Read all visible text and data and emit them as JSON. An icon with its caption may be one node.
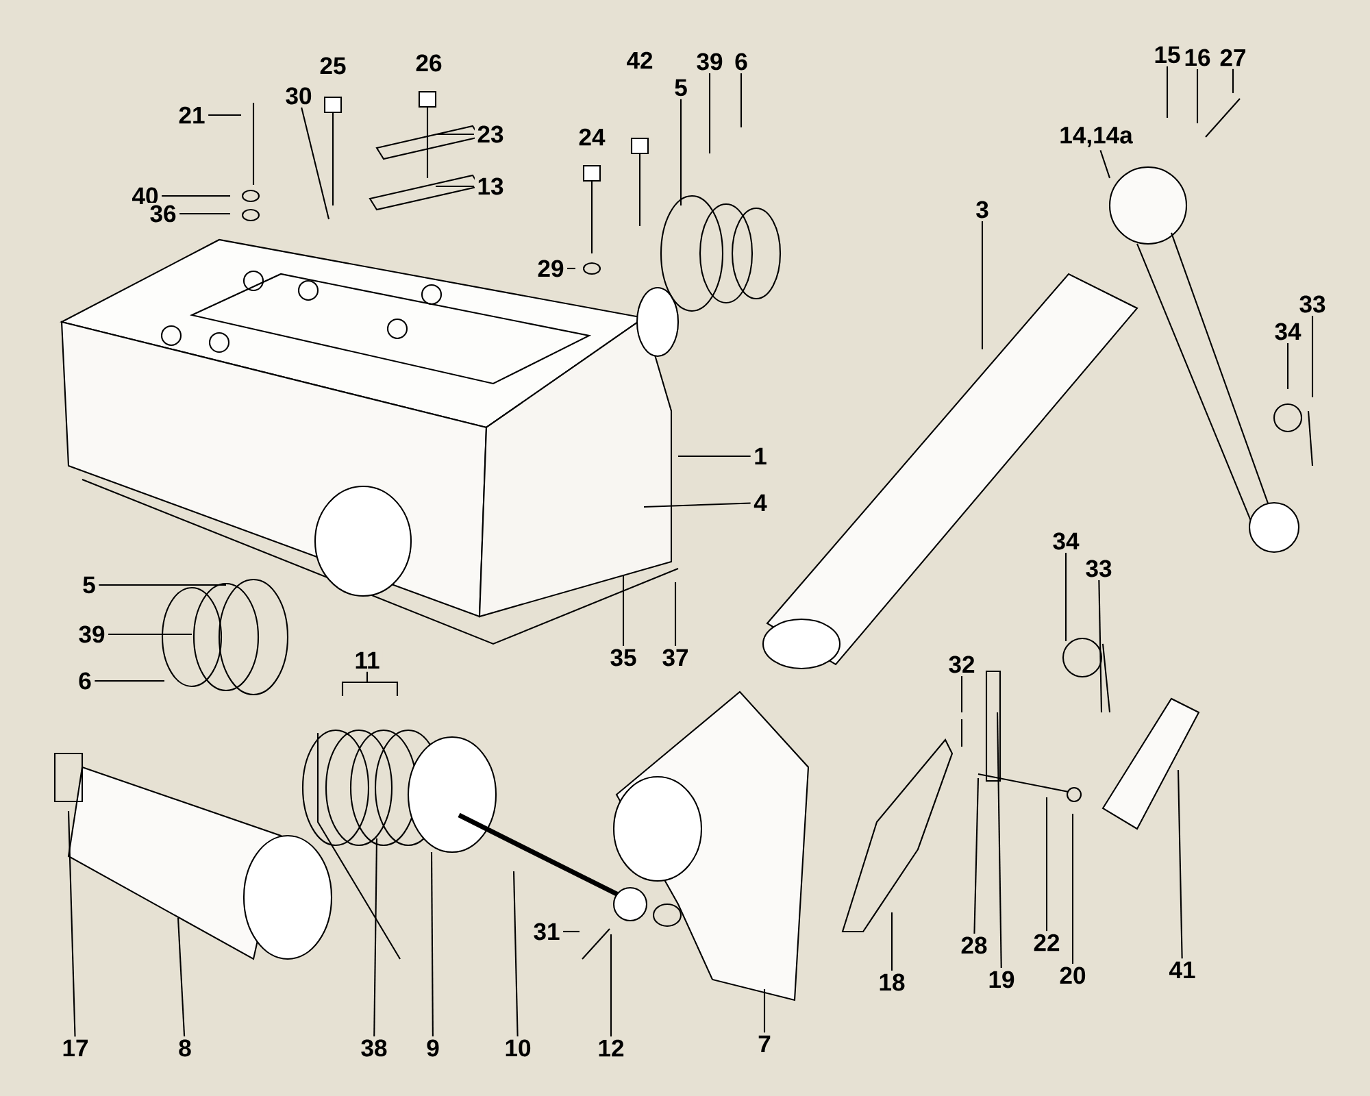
{
  "diagram": {
    "nodes": [
      {
        "text": [
          "21"
        ]
      },
      {
        "text": [
          "30"
        ]
      },
      {
        "text": [
          "23"
        ]
      },
      {
        "text": [
          "13"
        ]
      },
      {
        "text": [
          "40"
        ]
      },
      {
        "text": [
          "36"
        ]
      },
      {
        "text": [
          "29"
        ]
      },
      {
        "text": [
          "5"
        ]
      },
      {
        "text": [
          "39"
        ]
      },
      {
        "text": [
          "6"
        ]
      },
      {
        "text": [
          "3"
        ]
      },
      {
        "text": [
          "14,14a"
        ]
      },
      {
        "text": [
          "15"
        ]
      },
      {
        "text": [
          "16"
        ]
      },
      {
        "text": [
          "27"
        ]
      },
      {
        "text": [
          "34"
        ]
      },
      {
        "text": [
          "33"
        ]
      },
      {
        "text": [
          "1"
        ]
      },
      {
        "text": [
          "4"
        ]
      },
      {
        "text": [
          "5"
        ]
      },
      {
        "text": [
          "39"
        ]
      },
      {
        "text": [
          "6"
        ]
      },
      {
        "text": [
          "35"
        ]
      },
      {
        "text": [
          "37"
        ]
      },
      {
        "text": [
          "11"
        ]
      },
      {
        "text": [
          "17"
        ]
      },
      {
        "text": [
          "8"
        ]
      },
      {
        "text": [
          "38"
        ]
      },
      {
        "text": [
          "9"
        ]
      },
      {
        "text": [
          "10"
        ]
      },
      {
        "text": [
          "31"
        ]
      },
      {
        "text": [
          "12"
        ]
      },
      {
        "text": [
          "7"
        ]
      },
      {
        "text": [
          "32"
        ]
      },
      {
        "text": [
          "18"
        ]
      },
      {
        "text": [
          "28"
        ]
      },
      {
        "text": [
          "19"
        ]
      },
      {
        "text": [
          "22"
        ]
      },
      {
        "text": [
          "20"
        ]
      },
      {
        "text": [
          "34"
        ]
      },
      {
        "text": [
          "33"
        ]
      },
      {
        "text": [
          "41"
        ]
      }
    ],
    "edges": [
      {
        "from": 0,
        "to": null,
        "arrow": "none"
      },
      {
        "from": 1,
        "to": null,
        "arrow": "none"
      },
      {
        "from": 2,
        "to": null,
        "arrow": "none"
      },
      {
        "from": 3,
        "to": null,
        "arrow": "none"
      },
      {
        "from": 4,
        "to": null,
        "arrow": "none"
      },
      {
        "from": 5,
        "to": null,
        "arrow": "none"
      },
      {
        "from": 6,
        "to": null,
        "arrow": "none"
      },
      {
        "from": 7,
        "to": null,
        "arrow": "none"
      },
      {
        "from": 8,
        "to": null,
        "arrow": "none"
      },
      {
        "from": 9,
        "to": null,
        "arrow": "none"
      },
      {
        "from": 10,
        "to": null,
        "arrow": "none"
      },
      {
        "from": 11,
        "to": null,
        "arrow": "none"
      },
      {
        "from": 12,
        "to": null,
        "arrow": "none"
      },
      {
        "from": 13,
        "to": null,
        "arrow": "none"
      },
      {
        "from": 14,
        "to": null,
        "arrow": "none"
      },
      {
        "from": 15,
        "to": null,
        "arrow": "none"
      },
      {
        "from": 16,
        "to": null,
        "arrow": "none"
      },
      {
        "from": 17,
        "to": null,
        "arrow": "none"
      },
      {
        "from": 18,
        "to": null,
        "arrow": "none"
      },
      {
        "from": 19,
        "to": null,
        "arrow": "none"
      },
      {
        "from": 20,
        "to": null,
        "arrow": "none"
      },
      {
        "from": 21,
        "to": null,
        "arrow": "none"
      },
      {
        "from": 22,
        "to": null,
        "arrow": "none"
      },
      {
        "from": 23,
        "to": null,
        "arrow": "none"
      },
      {
        "from": 24,
        "to": null,
        "arrow": "none"
      },
      {
        "from": 25,
        "to": null,
        "arrow": "none"
      },
      {
        "from": 26,
        "to": null,
        "arrow": "none"
      },
      {
        "from": 27,
        "to": null,
        "arrow": "none"
      },
      {
        "from": 28,
        "to": null,
        "arrow": "none"
      },
      {
        "from": 29,
        "to": null,
        "arrow": "none"
      },
      {
        "from": 30,
        "to": null,
        "arrow": "none"
      },
      {
        "from": 31,
        "to": null,
        "arrow": "none"
      },
      {
        "from": 32,
        "to": null,
        "arrow": "none"
      },
      {
        "from": 33,
        "to": null,
        "arrow": "none"
      },
      {
        "from": 34,
        "to": null,
        "arrow": "none"
      },
      {
        "from": 35,
        "to": null,
        "arrow": "none"
      },
      {
        "from": 36,
        "to": null,
        "arrow": "none"
      },
      {
        "from": 37,
        "to": null,
        "arrow": "none"
      },
      {
        "from": 38,
        "to": null,
        "arrow": "none"
      },
      {
        "from": 39,
        "to": null,
        "arrow": "none"
      },
      {
        "from": 40,
        "to": null,
        "arrow": "none"
      },
      {
        "from": 41,
        "to": null,
        "arrow": "none"
      }
    ],
    "labels": [
      "25",
      "26",
      "24",
      "42"
    ]
  }
}
